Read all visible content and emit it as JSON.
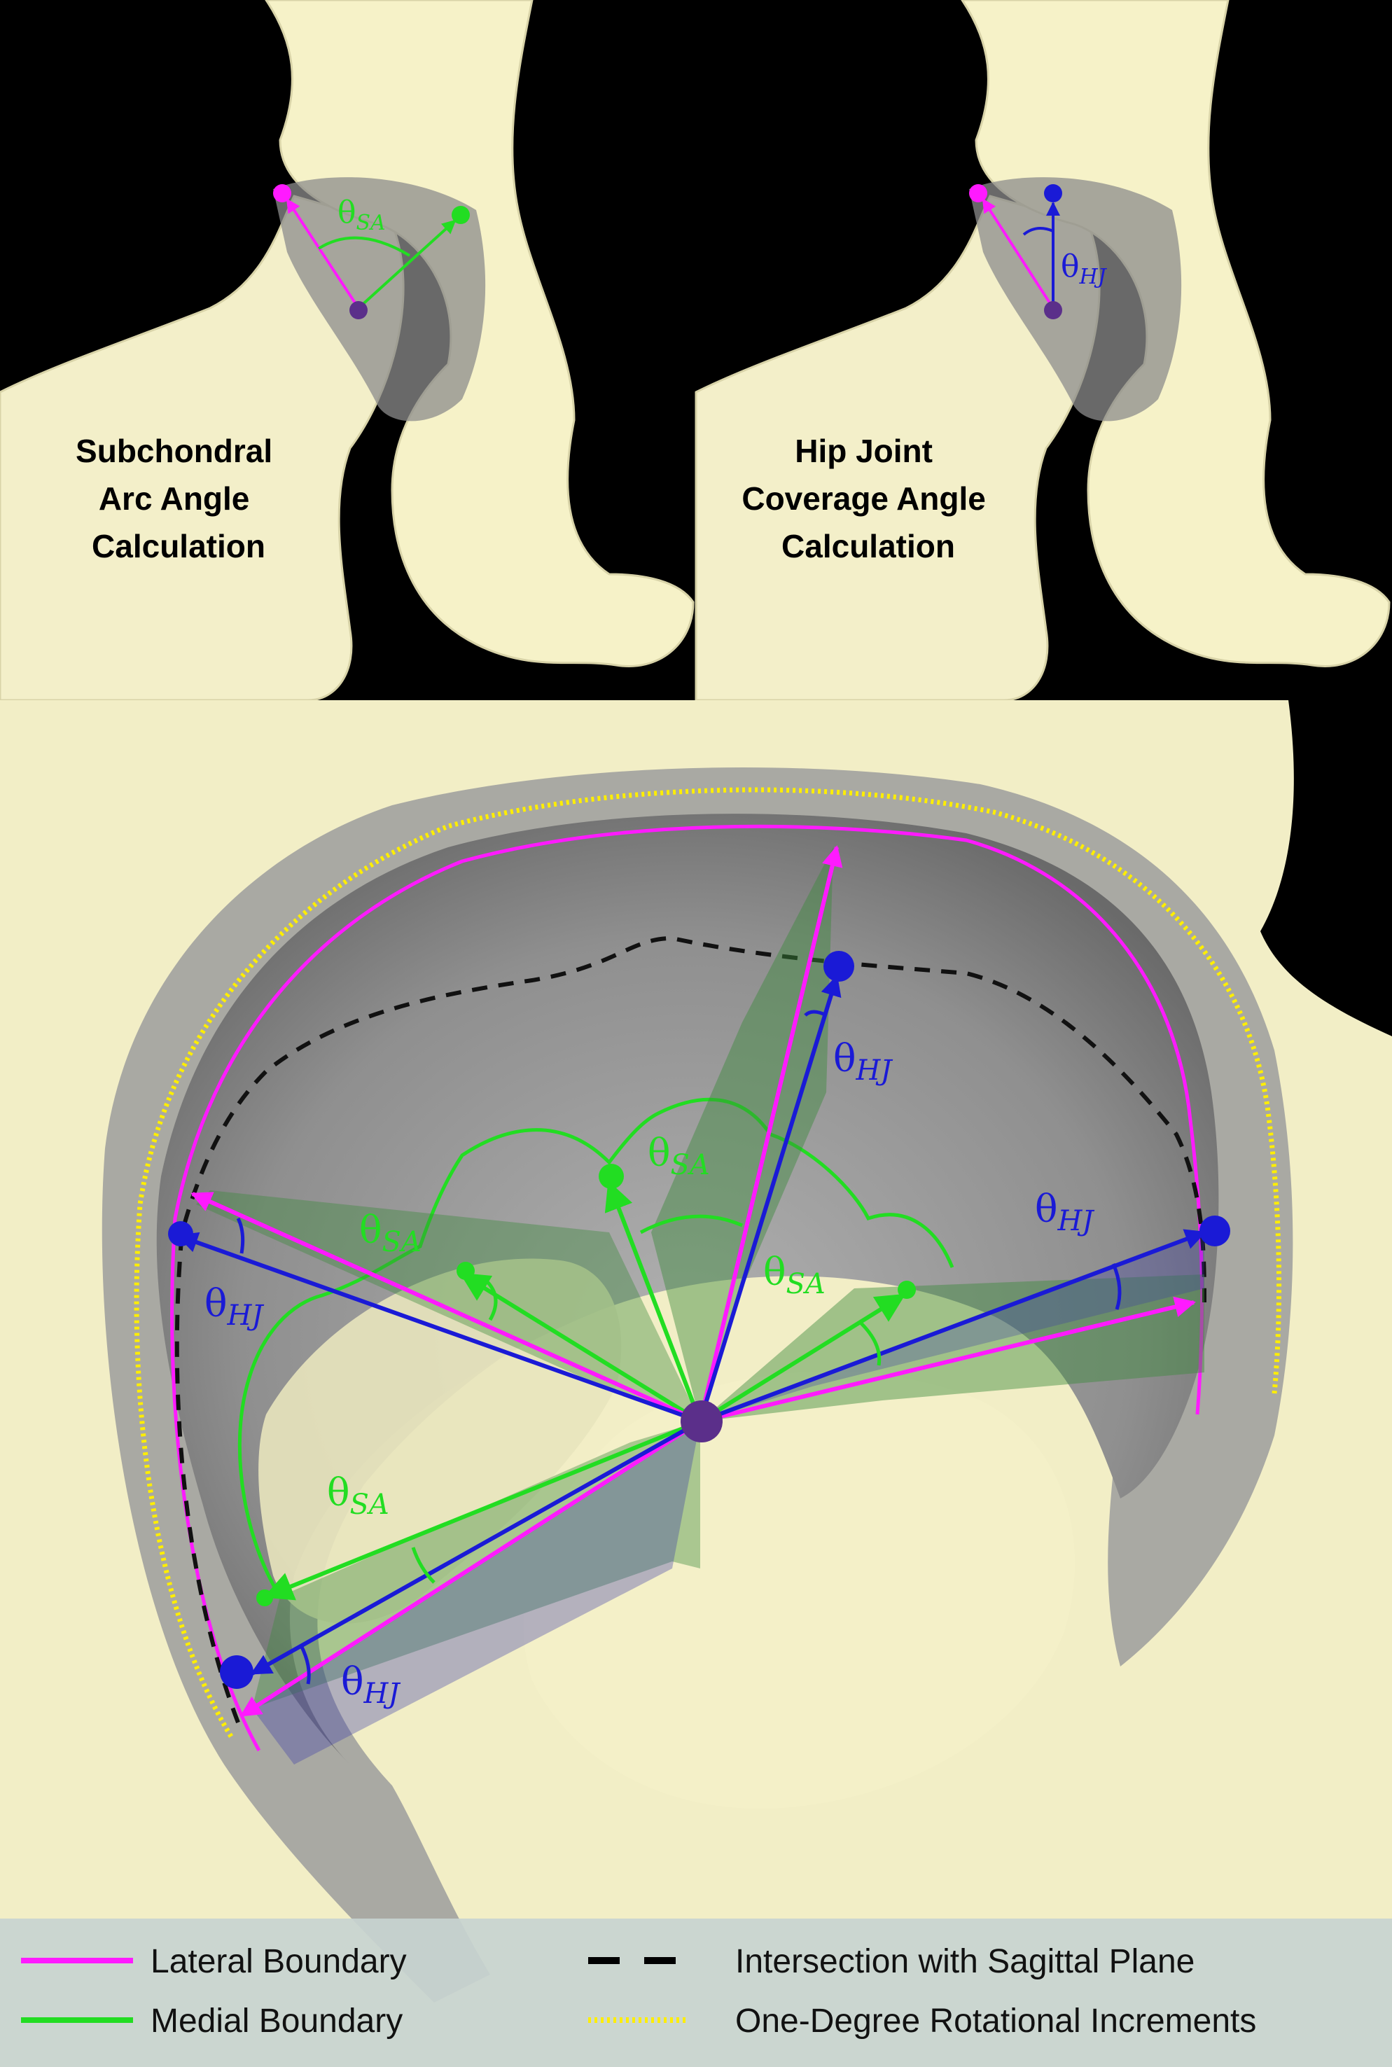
{
  "top_left": {
    "caption": [
      "Subchondral",
      "Arc Angle",
      "Calculation"
    ],
    "angle_symbol": "θ",
    "angle_subscript": "SA"
  },
  "top_right": {
    "caption": [
      "Hip Joint",
      "Coverage Angle",
      "Calculation"
    ],
    "angle_symbol": "θ",
    "angle_subscript": "HJ"
  },
  "main_view": {
    "angle_labels": [
      {
        "symbol": "θ",
        "subscript": "HJ",
        "color": "#1a1ad6"
      },
      {
        "symbol": "θ",
        "subscript": "SA",
        "color": "#22dd22"
      },
      {
        "symbol": "θ",
        "subscript": "SA",
        "color": "#22dd22"
      },
      {
        "symbol": "θ",
        "subscript": "SA",
        "color": "#22dd22"
      },
      {
        "symbol": "θ",
        "subscript": "HJ",
        "color": "#1a1ad6"
      },
      {
        "symbol": "θ",
        "subscript": "HJ",
        "color": "#1a1ad6"
      },
      {
        "symbol": "θ",
        "subscript": "SA",
        "color": "#22dd22"
      },
      {
        "symbol": "θ",
        "subscript": "HJ",
        "color": "#1a1ad6"
      }
    ]
  },
  "legend": {
    "items": [
      {
        "label": "Lateral Boundary",
        "color": "#ff1aff",
        "style": "solid"
      },
      {
        "label": "Medial Boundary",
        "color": "#22dd22",
        "style": "solid"
      },
      {
        "label": "Intersection with Sagittal Plane",
        "color": "#000000",
        "style": "dashed"
      },
      {
        "label": "One-Degree Rotational Increments",
        "color": "#ffee00",
        "style": "dotted"
      }
    ]
  },
  "colors": {
    "bone": "#f6f2c8",
    "lateral": "#ff1aff",
    "medial": "#22dd22",
    "hj": "#1a1ad6",
    "center": "#5b2f8a",
    "cartilage": "#8a8a8a"
  }
}
